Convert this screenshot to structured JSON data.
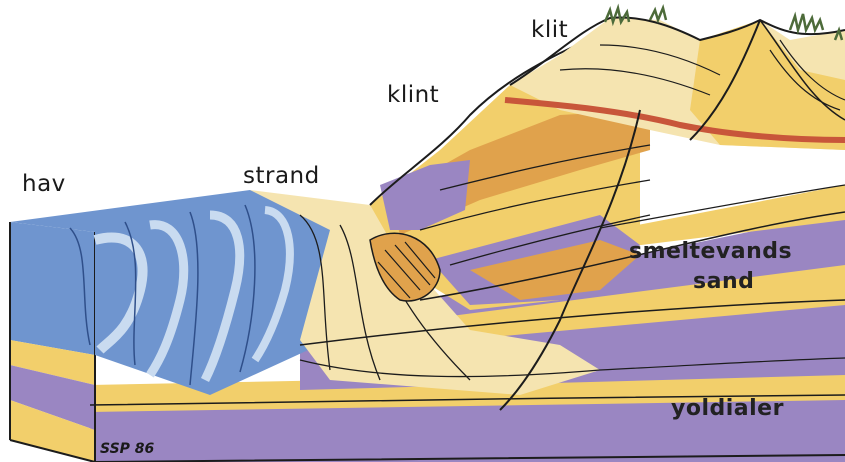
{
  "labels": {
    "hav": "hav",
    "strand": "strand",
    "klint": "klint",
    "klit": "klit",
    "smeltevands_line1": "smeltevands",
    "smeltevands_line2": "sand",
    "yoldialer": "yoldialer"
  },
  "signature": "SSP 86",
  "colors": {
    "sea": "#6f95cf",
    "sea_light": "#c9dbf0",
    "sand": "#f2cf6b",
    "sand_light": "#f5e4b0",
    "ochre": "#e0a24c",
    "clay": "#9a86c2",
    "red_band": "#c8563a",
    "outline": "#1c1c1c",
    "grass": "#4d6b3a"
  }
}
